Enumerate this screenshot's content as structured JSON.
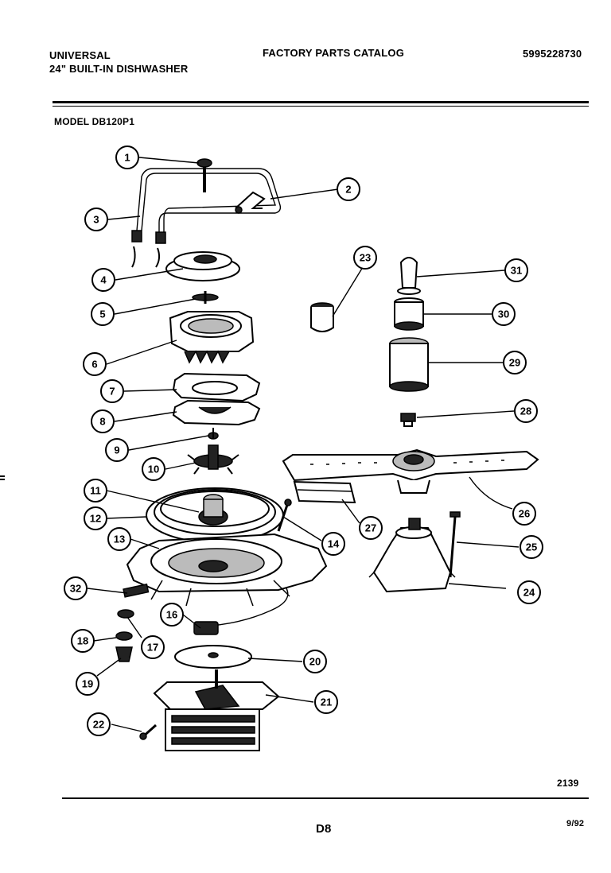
{
  "header": {
    "brand": "UNIVERSAL",
    "product": "24\" BUILT-IN DISHWASHER",
    "catalog_title": "FACTORY PARTS CATALOG",
    "catalog_number": "5995228730",
    "model": "MODEL  DB120P1"
  },
  "footer": {
    "drawing_number": "2139",
    "page_code": "D8",
    "date": "9/92"
  },
  "callouts": [
    {
      "id": "c1",
      "label": "1"
    },
    {
      "id": "c2",
      "label": "2"
    },
    {
      "id": "c3",
      "label": "3"
    },
    {
      "id": "c4",
      "label": "4"
    },
    {
      "id": "c5",
      "label": "5"
    },
    {
      "id": "c6",
      "label": "6"
    },
    {
      "id": "c7",
      "label": "7"
    },
    {
      "id": "c8",
      "label": "8"
    },
    {
      "id": "c9",
      "label": "9"
    },
    {
      "id": "c10",
      "label": "10"
    },
    {
      "id": "c11",
      "label": "11"
    },
    {
      "id": "c12",
      "label": "12"
    },
    {
      "id": "c13",
      "label": "13"
    },
    {
      "id": "c14",
      "label": "14"
    },
    {
      "id": "c16",
      "label": "16"
    },
    {
      "id": "c17",
      "label": "17"
    },
    {
      "id": "c18",
      "label": "18"
    },
    {
      "id": "c19",
      "label": "19"
    },
    {
      "id": "c20",
      "label": "20"
    },
    {
      "id": "c21",
      "label": "21"
    },
    {
      "id": "c22",
      "label": "22"
    },
    {
      "id": "c23",
      "label": "23"
    },
    {
      "id": "c24",
      "label": "24"
    },
    {
      "id": "c25",
      "label": "25"
    },
    {
      "id": "c26",
      "label": "26"
    },
    {
      "id": "c27",
      "label": "27"
    },
    {
      "id": "c28",
      "label": "28"
    },
    {
      "id": "c29",
      "label": "29"
    },
    {
      "id": "c30",
      "label": "30"
    },
    {
      "id": "c31",
      "label": "31"
    },
    {
      "id": "c32",
      "label": "32"
    }
  ]
}
